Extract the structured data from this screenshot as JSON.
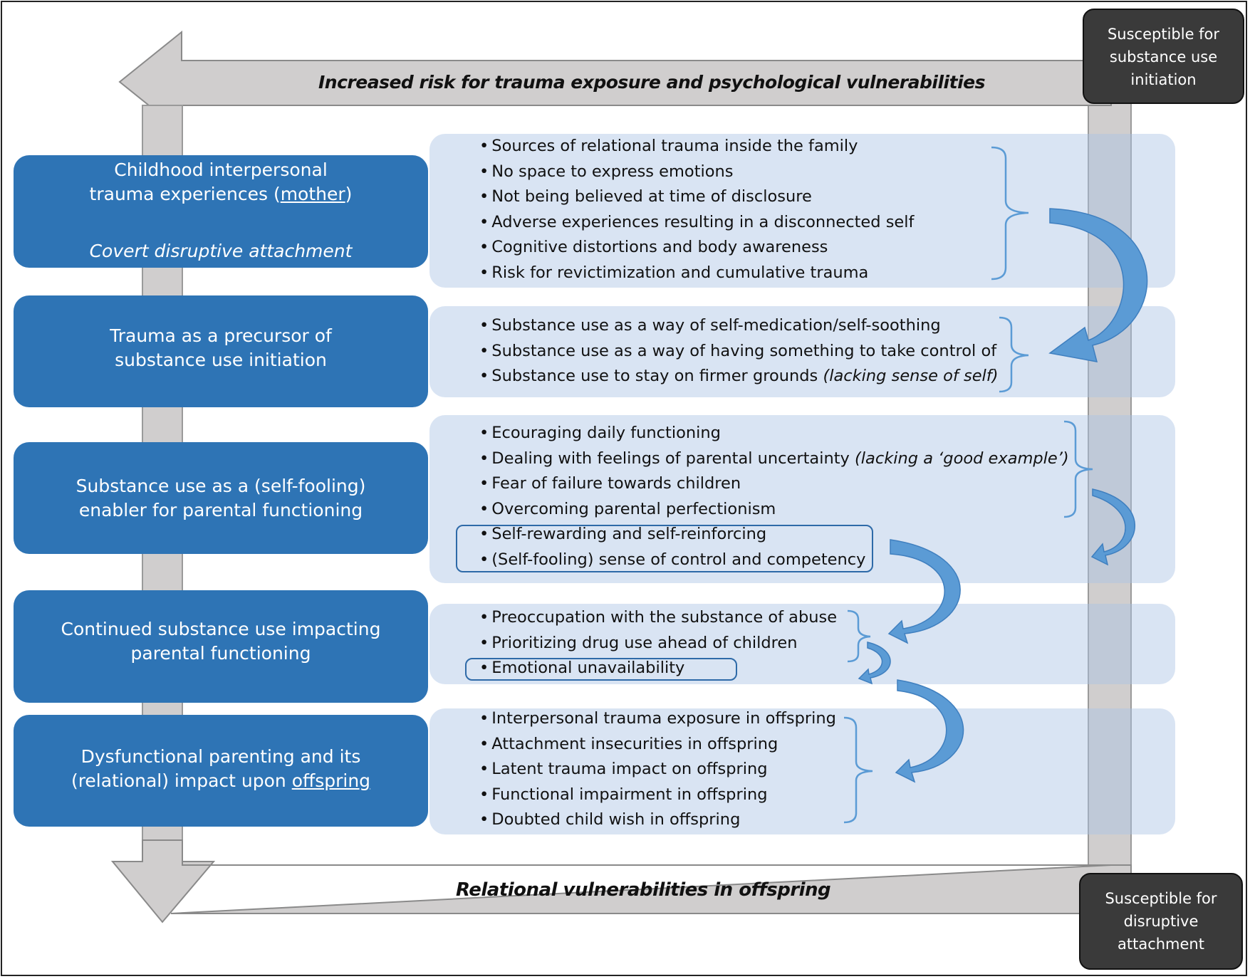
{
  "top_arrow_label": "Increased risk for trauma exposure and psychological vulnerabilities",
  "bottom_arrow_label": "Relational vulnerabilities in offspring",
  "corner_top": {
    "line1": "Susceptible for",
    "line2": "substance use",
    "line3": "initiation"
  },
  "corner_bottom": {
    "line1": "Susceptible for",
    "line2": "disruptive",
    "line3": "attachment"
  },
  "stages": [
    {
      "line1": "Childhood interpersonal",
      "line2_pre": "trauma experiences (",
      "line2_u": "mother",
      "line2_post": ")",
      "subtitle": "Covert disruptive attachment"
    },
    {
      "line1": "Trauma as a precursor of",
      "line2": "substance use initiation"
    },
    {
      "line1": "Substance use as a (self-fooling)",
      "line2": "enabler for parental functioning"
    },
    {
      "line1": "Continued substance use impacting",
      "line2": "parental functioning"
    },
    {
      "line1": "Dysfunctional parenting and its",
      "line2_pre": "(relational) impact upon ",
      "line2_u": "offspring"
    }
  ],
  "themes": {
    "stage1": [
      "Sources of relational trauma inside the family",
      "No space to express emotions",
      "Not being believed at time of disclosure",
      "Adverse experiences resulting in a disconnected self",
      "Cognitive distortions and body awareness",
      "Risk for revictimization and cumulative trauma"
    ],
    "stage2": [
      "Substance use as a way of self-medication/self-soothing",
      "Substance use as a way of having something to take control of",
      {
        "text": "Substance use to stay on firmer grounds ",
        "italic": "(lacking sense of self)"
      }
    ],
    "stage3": [
      "Ecouraging daily functioning",
      {
        "text": "Dealing with feelings of parental uncertainty ",
        "italic": "(lacking a ‘good example’)"
      },
      "Fear of failure towards children",
      "Overcoming parental perfectionism",
      "Self-rewarding and self-reinforcing",
      "(Self-fooling) sense of control and competency"
    ],
    "stage4": [
      "Preoccupation with the substance of abuse",
      "Prioritizing drug use ahead of children",
      "Emotional unavailability"
    ],
    "stage5": [
      "Interpersonal trauma exposure in offspring",
      "Attachment insecurities in offspring",
      "Latent trauma impact on offspring",
      "Functional impairment in offspring",
      "Doubted child wish in offspring"
    ]
  },
  "colors": {
    "stage_fill": "#2e74b5",
    "panel_fill": "#dae3f3",
    "loop_arrow_fill": "#d0cece",
    "curved_arrow_fill": "#5b9bd5",
    "bracket_stroke": "#5b9bd5",
    "corner_box_fill": "#3a3a3a"
  }
}
